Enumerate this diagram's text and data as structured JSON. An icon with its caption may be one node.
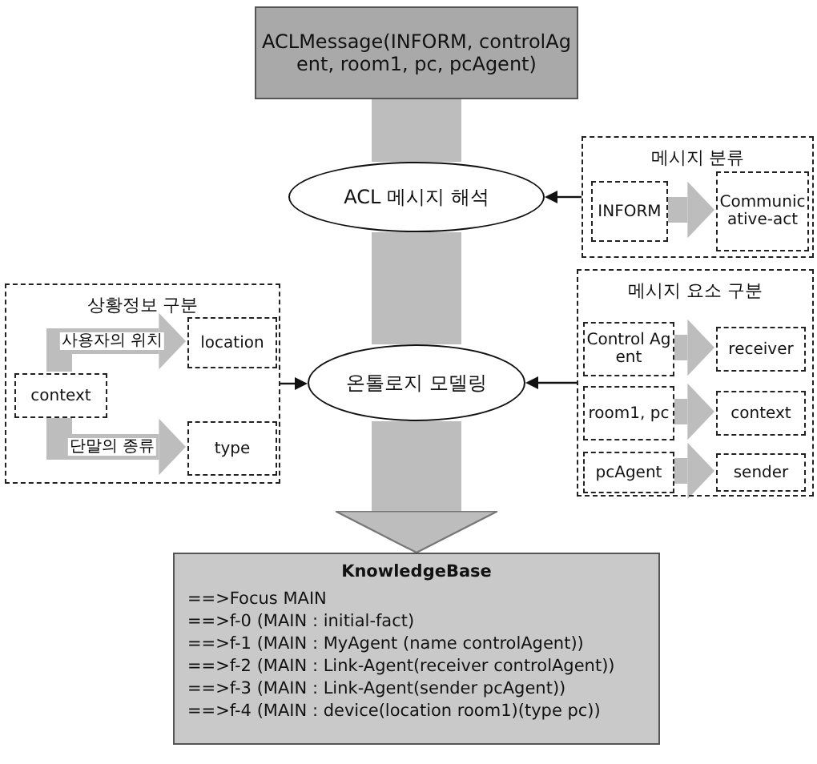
{
  "diagram": {
    "nodes": [
      {
        "text": [
          "ACLMessage(INFORM, controlAgent, room1, pc, pcAgent)"
        ]
      },
      {
        "text": [
          "ACL 메시지 해석"
        ]
      },
      {
        "text": [
          "메시지 분류"
        ]
      },
      {
        "text": [
          "INFORM"
        ],
        "in": 2
      },
      {
        "text": [
          "Communicative-act"
        ],
        "in": 2
      },
      {
        "text": [
          "상황정보 구분"
        ]
      },
      {
        "text": [
          "location"
        ],
        "in": 5
      },
      {
        "text": [
          "context"
        ],
        "in": 5
      },
      {
        "text": [
          "type"
        ],
        "in": 5
      },
      {
        "text": [
          "온톨로지 모델링"
        ]
      },
      {
        "text": [
          "메시지 요소 구분"
        ]
      },
      {
        "text": [
          "Control Agent"
        ],
        "in": 10
      },
      {
        "text": [
          "receiver"
        ],
        "in": 10
      },
      {
        "text": [
          "room1, pc"
        ],
        "in": 10
      },
      {
        "text": [
          "context"
        ],
        "in": 10
      },
      {
        "text": [
          "pcAgent"
        ],
        "in": 10
      },
      {
        "text": [
          "sender"
        ],
        "in": 10
      },
      {
        "text": [
          "KnowledgeBase",
          "==>Focus MAIN",
          "==>f-0 (MAIN : initial-fact)",
          "==>f-1 (MAIN : MyAgent (name controlAgent))",
          "==>f-2 (MAIN : Link-Agent(receiver controlAgent))",
          "==>f-3 (MAIN : Link-Agent(sender pcAgent))",
          "==>f-4 (MAIN : device(location room1)(type pc))"
        ]
      }
    ],
    "edges": [
      {
        "from": 0,
        "to": 1,
        "arrow": "none",
        "style": "thick"
      },
      {
        "from": 1,
        "to": 9,
        "arrow": "none",
        "style": "thick"
      },
      {
        "from": 9,
        "to": 17,
        "arrow": "to",
        "style": "thick"
      },
      {
        "from": 2,
        "to": 1,
        "arrow": "to",
        "color": "#111111"
      },
      {
        "from": 3,
        "to": 4,
        "arrow": "to"
      },
      {
        "from": 5,
        "to": 9,
        "arrow": "to",
        "color": "#111111"
      },
      {
        "from": 7,
        "to": 6,
        "arrow": "to",
        "label": "사용자의 위치"
      },
      {
        "from": 7,
        "to": 8,
        "arrow": "to",
        "label": "단말의 종류"
      },
      {
        "from": 10,
        "to": 9,
        "arrow": "to",
        "color": "#111111"
      },
      {
        "from": 11,
        "to": 12,
        "arrow": "to"
      },
      {
        "from": 13,
        "to": 14,
        "arrow": "to"
      },
      {
        "from": 15,
        "to": 16,
        "arrow": "to"
      }
    ]
  }
}
